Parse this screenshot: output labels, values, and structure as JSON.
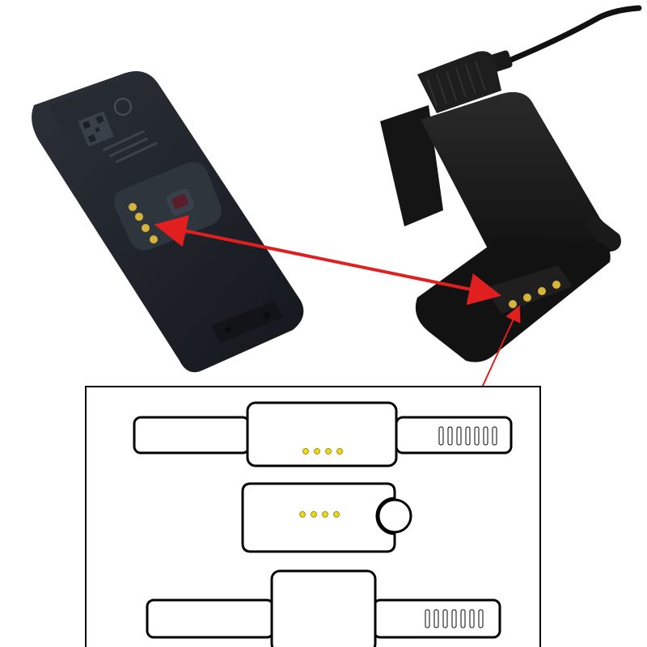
{
  "image": {
    "subject": "clip-charger-pin-alignment",
    "colors": {
      "background": "#ffffff",
      "tracker_body": "#1d2127",
      "tracker_face": "#2a2f36",
      "clip_body": "#161616",
      "clip_highlight": "#2b2b2b",
      "pin_gold": "#d8b33c",
      "pin_yellow": "#ecd716",
      "arrow_red": "#e21f1f",
      "diagram_stroke": "#000000"
    },
    "icons": [
      "tracker-back-photo",
      "clip-charger-photo",
      "pogo-pin-pads",
      "alignment-arrows",
      "band-layout-diagram"
    ],
    "diagram": {
      "pin_count_per_row": 4,
      "slot_count_per_strap": 7,
      "rows": [
        "band-with-straps",
        "pod-with-button",
        "band-with-straps-bottom"
      ]
    }
  }
}
